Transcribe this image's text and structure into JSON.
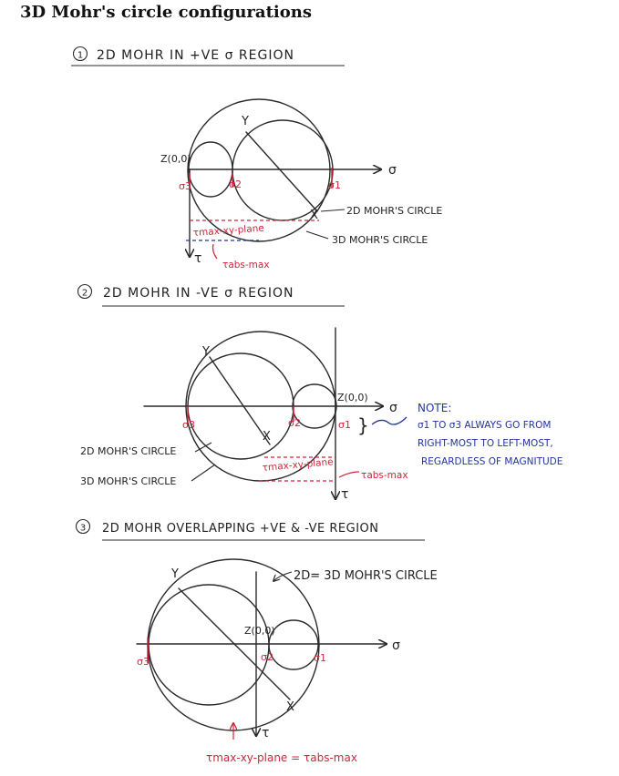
{
  "title": "3D Mohr's circle configurations",
  "colors": {
    "ink": "#2a2a2a",
    "red": "#d0253a",
    "blue": "#2233a0"
  },
  "sections": [
    {
      "heading": "2D MOHR IN +VE σ REGION",
      "number": "1",
      "axis_sigma": "σ",
      "axis_tau": "τ",
      "point_y": "Y",
      "point_x": "X",
      "origin": "Z(0,0)",
      "sigma1": "σ1",
      "sigma2": "σ2",
      "sigma3": "σ3",
      "label_2d": "2D MOHR'S CIRCLE",
      "label_3d": "3D MOHR'S CIRCLE",
      "tau_xy": "τmax-xy-plane",
      "tau_abs": "τabs-max"
    },
    {
      "heading": "2D MOHR IN -VE σ REGION",
      "number": "2",
      "axis_sigma": "σ",
      "axis_tau": "τ",
      "point_y": "Y",
      "point_x": "X",
      "origin": "Z(0,0)",
      "sigma1": "σ1",
      "sigma2": "σ2",
      "sigma3": "σ3",
      "label_2d": "2D MOHR'S CIRCLE",
      "label_3d": "3D MOHR'S CIRCLE",
      "tau_xy": "τmax-xy-plane",
      "tau_abs": "τabs-max",
      "note_title": "NOTE:",
      "note_lines": [
        "σ1 TO σ3 ALWAYS GO FROM",
        "RIGHT-MOST TO LEFT-MOST,",
        "REGARDLESS OF MAGNITUDE"
      ]
    },
    {
      "heading": "2D MOHR OVERLAPPING +VE & -VE REGION",
      "number": "3",
      "axis_sigma": "σ",
      "axis_tau": "τ",
      "point_y": "Y",
      "point_x": "X",
      "origin": "Z(0,0)",
      "sigma1": "σ1",
      "sigma2": "σ2",
      "sigma3": "σ3",
      "label_same": "2D= 3D MOHR'S CIRCLE",
      "tau_eq": "τmax-xy-plane = τabs-max"
    }
  ]
}
